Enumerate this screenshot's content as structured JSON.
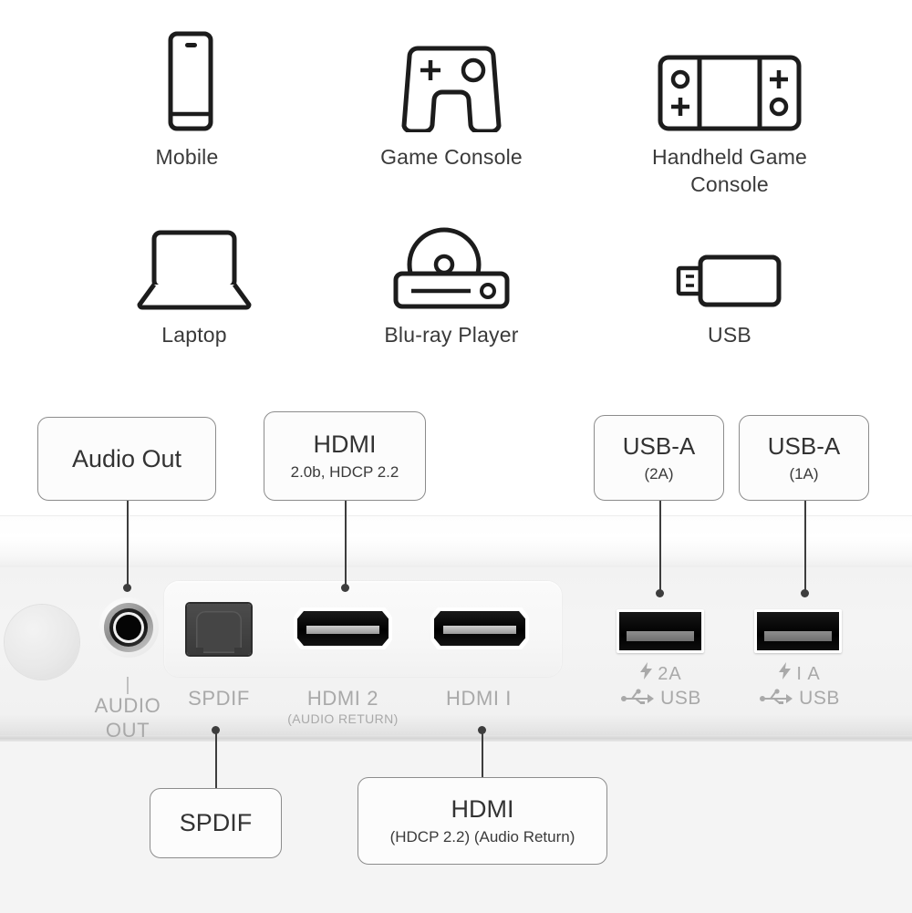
{
  "devices": [
    {
      "id": "mobile",
      "icon": "mobile-phone-icon",
      "label": "Mobile"
    },
    {
      "id": "game-console",
      "icon": "gamepad-icon",
      "label": "Game Console"
    },
    {
      "id": "handheld-console",
      "icon": "handheld-game-console-icon",
      "label": "Handheld Game\nConsole"
    },
    {
      "id": "laptop",
      "icon": "laptop-icon",
      "label": "Laptop"
    },
    {
      "id": "bluray",
      "icon": "bluray-player-icon",
      "label": "Blu-ray Player"
    },
    {
      "id": "usb",
      "icon": "usb-flash-drive-icon",
      "label": "USB"
    }
  ],
  "callouts": {
    "audio_out": {
      "title": "Audio Out",
      "subtitle": ""
    },
    "hdmi_top": {
      "title": "HDMI",
      "subtitle": "2.0b, HDCP 2.2"
    },
    "usb_a_2a": {
      "title": "USB-A",
      "subtitle": "(2A)"
    },
    "usb_a_1a": {
      "title": "USB-A",
      "subtitle": "(1A)"
    },
    "spdif": {
      "title": "SPDIF",
      "subtitle": ""
    },
    "hdmi_bottom": {
      "title": "HDMI",
      "subtitle": "(HDCP 2.2) (Audio Return)"
    }
  },
  "panel_labels": {
    "audio_out_tick": "|",
    "audio_out_line1": "AUDIO",
    "audio_out_line2": "OUT",
    "spdif": "SPDIF",
    "hdmi2_line1": "HDMI 2",
    "hdmi2_line2": "(AUDIO RETURN)",
    "hdmi1_line1": "HDMI I",
    "usb2_amp": "2A",
    "usb2_text": "USB",
    "usb1_amp": "I A",
    "usb1_text": "USB"
  },
  "colors": {
    "page_background": "#ffffff",
    "panel_background": "#f2f2f2",
    "panel_below": "#f4f4f4",
    "callout_border": "#8c8c8c",
    "callout_text": "#333333",
    "silkscreen_text": "#a9a9a9",
    "icon_stroke": "#1c1c1c",
    "leader_line": "#3d3d3d",
    "port_black": "#000000"
  }
}
